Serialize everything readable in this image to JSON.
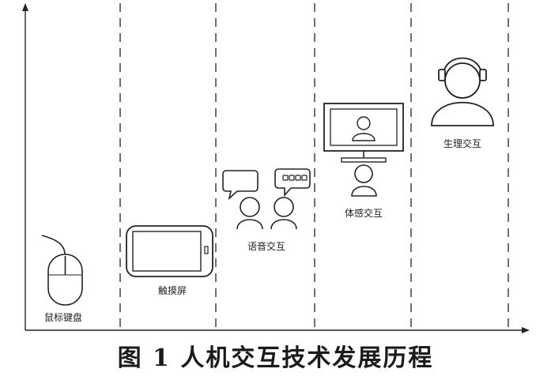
{
  "stages": [
    {
      "label": "鼠标键盘",
      "icon": "mouse-icon"
    },
    {
      "label": "触摸屏",
      "icon": "touchscreen-icon"
    },
    {
      "label": "语音交互",
      "icon": "voice-users-icon"
    },
    {
      "label": "体感交互",
      "icon": "monitor-user-icon"
    },
    {
      "label": "生理交互",
      "icon": "headset-user-icon"
    }
  ],
  "caption": "图 1  人机交互技术发展历程",
  "colors": {
    "line": "#222222",
    "background": "#ffffff"
  }
}
